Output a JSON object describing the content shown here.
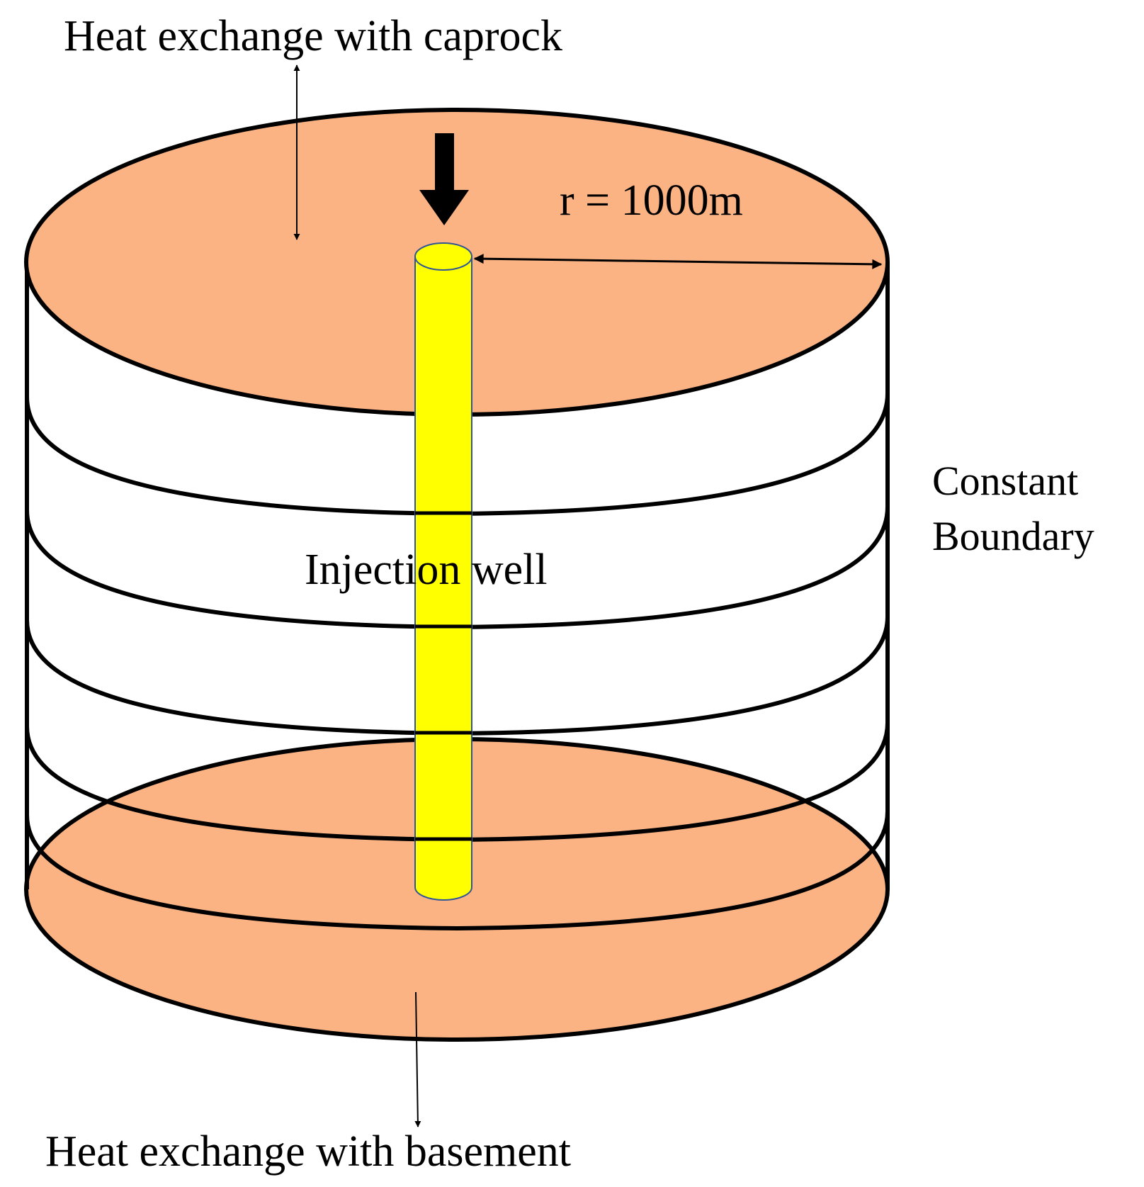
{
  "colors": {
    "rock_face": "#FBB383",
    "well_fill": "#FFFF00",
    "well_outline": "#2F5597",
    "line": "#000000",
    "background": "#FFFFFF"
  },
  "labels": {
    "caprock": "Heat exchange with caprock",
    "radius": "r = 1000m",
    "well": "Injection well",
    "boundary_line1": "Constant",
    "boundary_line2": "Boundary",
    "basement": "Heat exchange with basement"
  },
  "icons": {
    "injection_arrow": "thick-down-arrow-icon",
    "caprock_arrow": "double-headed-vertical-arrow-icon",
    "radius_arrow": "double-headed-horizontal-arrow-icon",
    "basement_arrow": "down-arrow-icon"
  }
}
